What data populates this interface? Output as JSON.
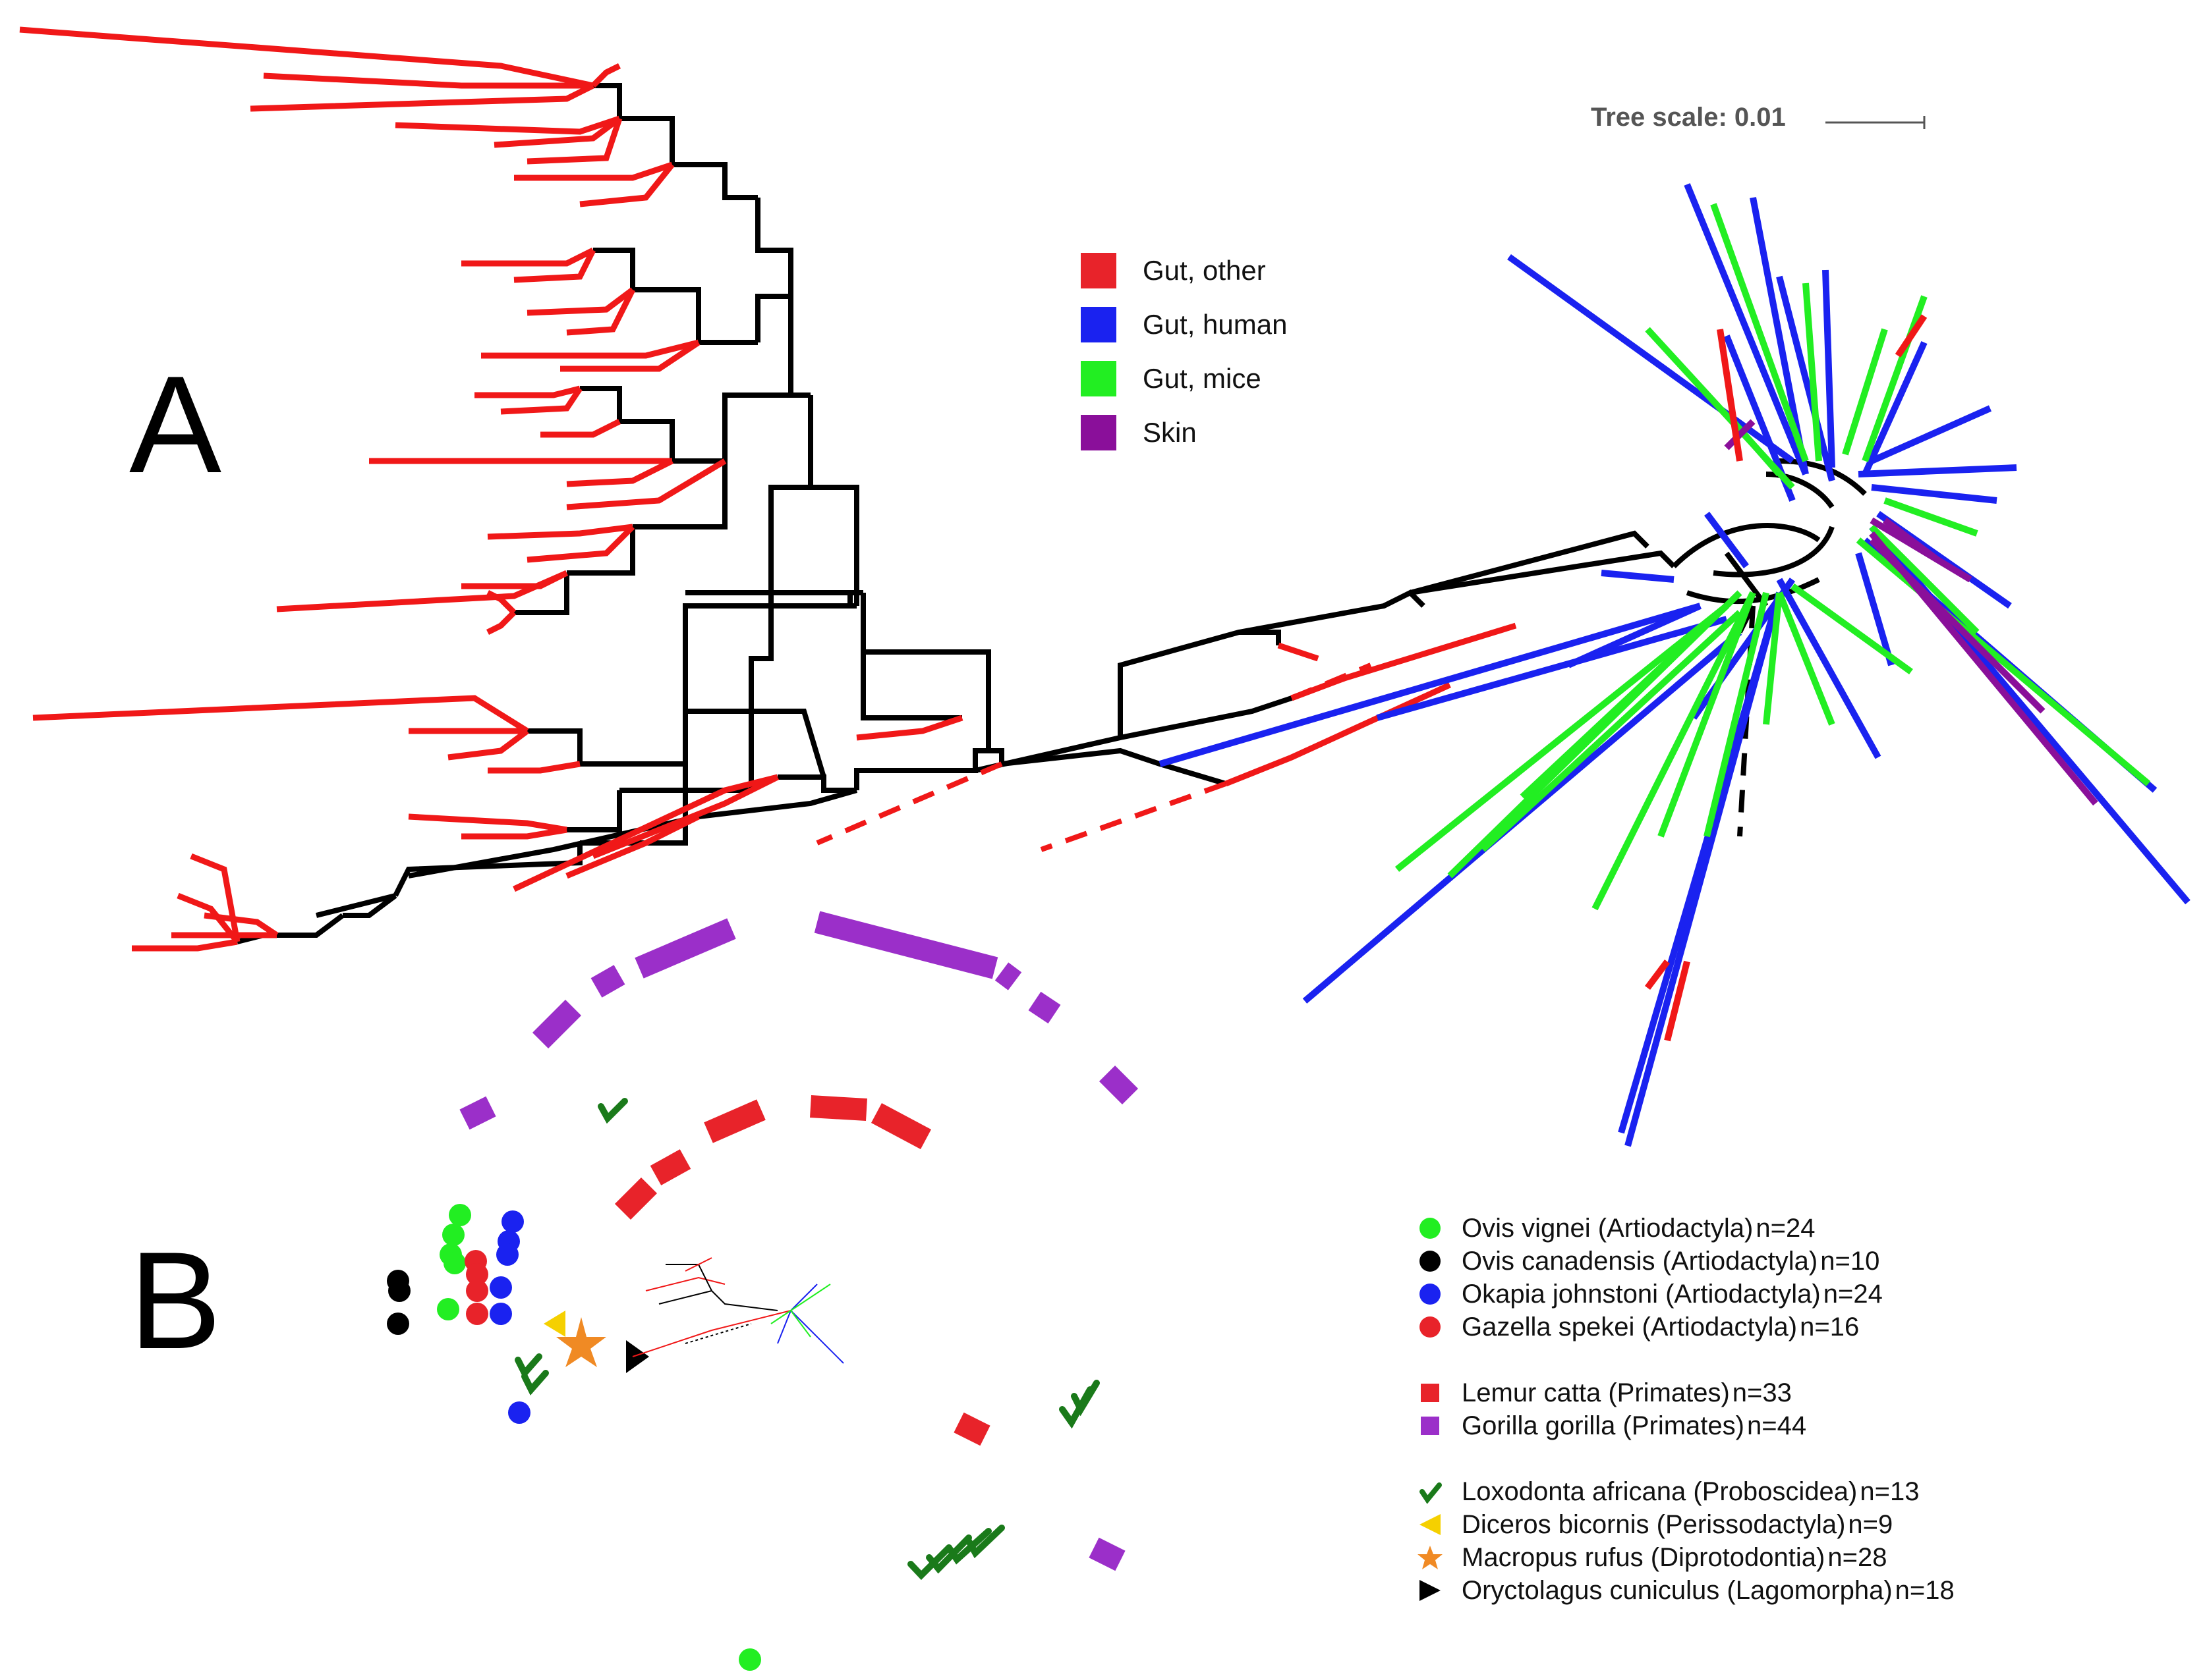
{
  "panels": {
    "a": "A",
    "b": "B"
  },
  "scale": {
    "text": "Tree scale: 0.01"
  },
  "habitat_legend": [
    {
      "label": "Gut, other",
      "color": "#e8232a"
    },
    {
      "label": "Gut, human",
      "color": "#1a22f0"
    },
    {
      "label": "Gut, mice",
      "color": "#22ee22"
    },
    {
      "label": "Skin",
      "color": "#8a0f9a"
    }
  ],
  "host_legend": [
    {
      "label": "Ovis vignei (Artiodactyla)",
      "n": "n=24",
      "marker": "circle",
      "color": "#22ee22"
    },
    {
      "label": "Ovis canadensis (Artiodactyla)",
      "n": "n=10",
      "marker": "circle",
      "color": "#000000"
    },
    {
      "label": "Okapia johnstoni (Artiodactyla)",
      "n": "n=24",
      "marker": "circle",
      "color": "#1a22f0"
    },
    {
      "label": "Gazella spekei (Artiodactyla)",
      "n": "n=16",
      "marker": "circle",
      "color": "#e8232a"
    },
    {
      "label": "Lemur catta (Primates)",
      "n": "n=33",
      "marker": "square",
      "color": "#e8232a"
    },
    {
      "label": "Gorilla gorilla (Primates)",
      "n": "n=44",
      "marker": "square",
      "color": "#9b2fc9"
    },
    {
      "label": "Loxodonta africana (Proboscidea)",
      "n": "n=13",
      "marker": "check",
      "color": "#1a7a1a"
    },
    {
      "label": "Diceros bicornis (Perissodactyla)",
      "n": "n=9",
      "marker": "triangle-left",
      "color": "#f5d000"
    },
    {
      "label": "Macropus rufus (Diprotodontia)",
      "n": "n=28",
      "marker": "star",
      "color": "#f08a24"
    },
    {
      "label": "Oryctolagus cuniculus (Lagomorpha)",
      "n": "n=18",
      "marker": "triangle-right",
      "color": "#000000"
    }
  ]
}
